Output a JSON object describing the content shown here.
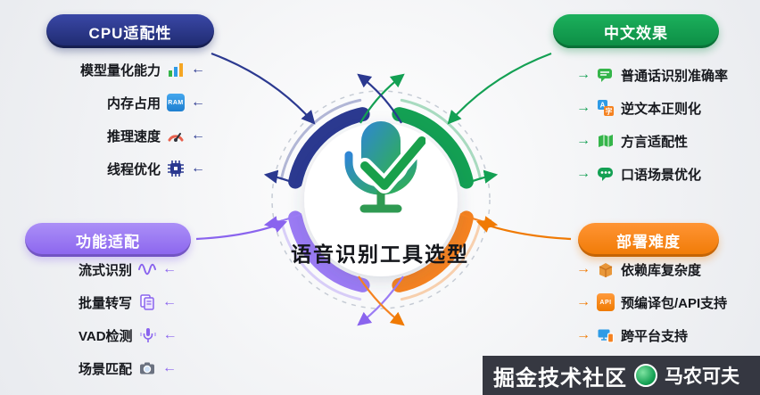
{
  "center": {
    "title": "语音识别工具选型"
  },
  "sections": {
    "cpu": {
      "label": "CPU适配性",
      "color": "#2b3990",
      "items": [
        {
          "label": "模型量化能力",
          "icon": "bar-chart-icon"
        },
        {
          "label": "内存占用",
          "icon": "ram-chip-icon",
          "icon_text": "RAM"
        },
        {
          "label": "推理速度",
          "icon": "speed-gauge-icon"
        },
        {
          "label": "线程优化",
          "icon": "cpu-chip-icon"
        }
      ]
    },
    "chinese": {
      "label": "中文效果",
      "color": "#13a053",
      "items": [
        {
          "label": "普通话识别准确率",
          "icon": "speech-accuracy-icon"
        },
        {
          "label": "逆文本正则化",
          "icon": "text-normalize-icon"
        },
        {
          "label": "方言适配性",
          "icon": "dialect-map-icon"
        },
        {
          "label": "口语场景优化",
          "icon": "colloquial-bubble-icon"
        }
      ]
    },
    "func": {
      "label": "功能适配",
      "color": "#8a64ee",
      "items": [
        {
          "label": "流式识别",
          "icon": "stream-wave-icon"
        },
        {
          "label": "批量转写",
          "icon": "batch-docs-icon"
        },
        {
          "label": "VAD检测",
          "icon": "vad-mic-icon"
        },
        {
          "label": "场景匹配",
          "icon": "scene-camera-icon"
        }
      ]
    },
    "deploy": {
      "label": "部署难度",
      "color": "#f07a04",
      "items": [
        {
          "label": "依赖库复杂度",
          "icon": "dependency-box-icon"
        },
        {
          "label": "预编译包/API支持",
          "icon": "api-badge-icon",
          "icon_text": "API"
        },
        {
          "label": "跨平台支持",
          "icon": "cross-platform-icon"
        }
      ]
    }
  },
  "watermark": {
    "brand": "掘金技术社区",
    "author": "马农可夫"
  }
}
